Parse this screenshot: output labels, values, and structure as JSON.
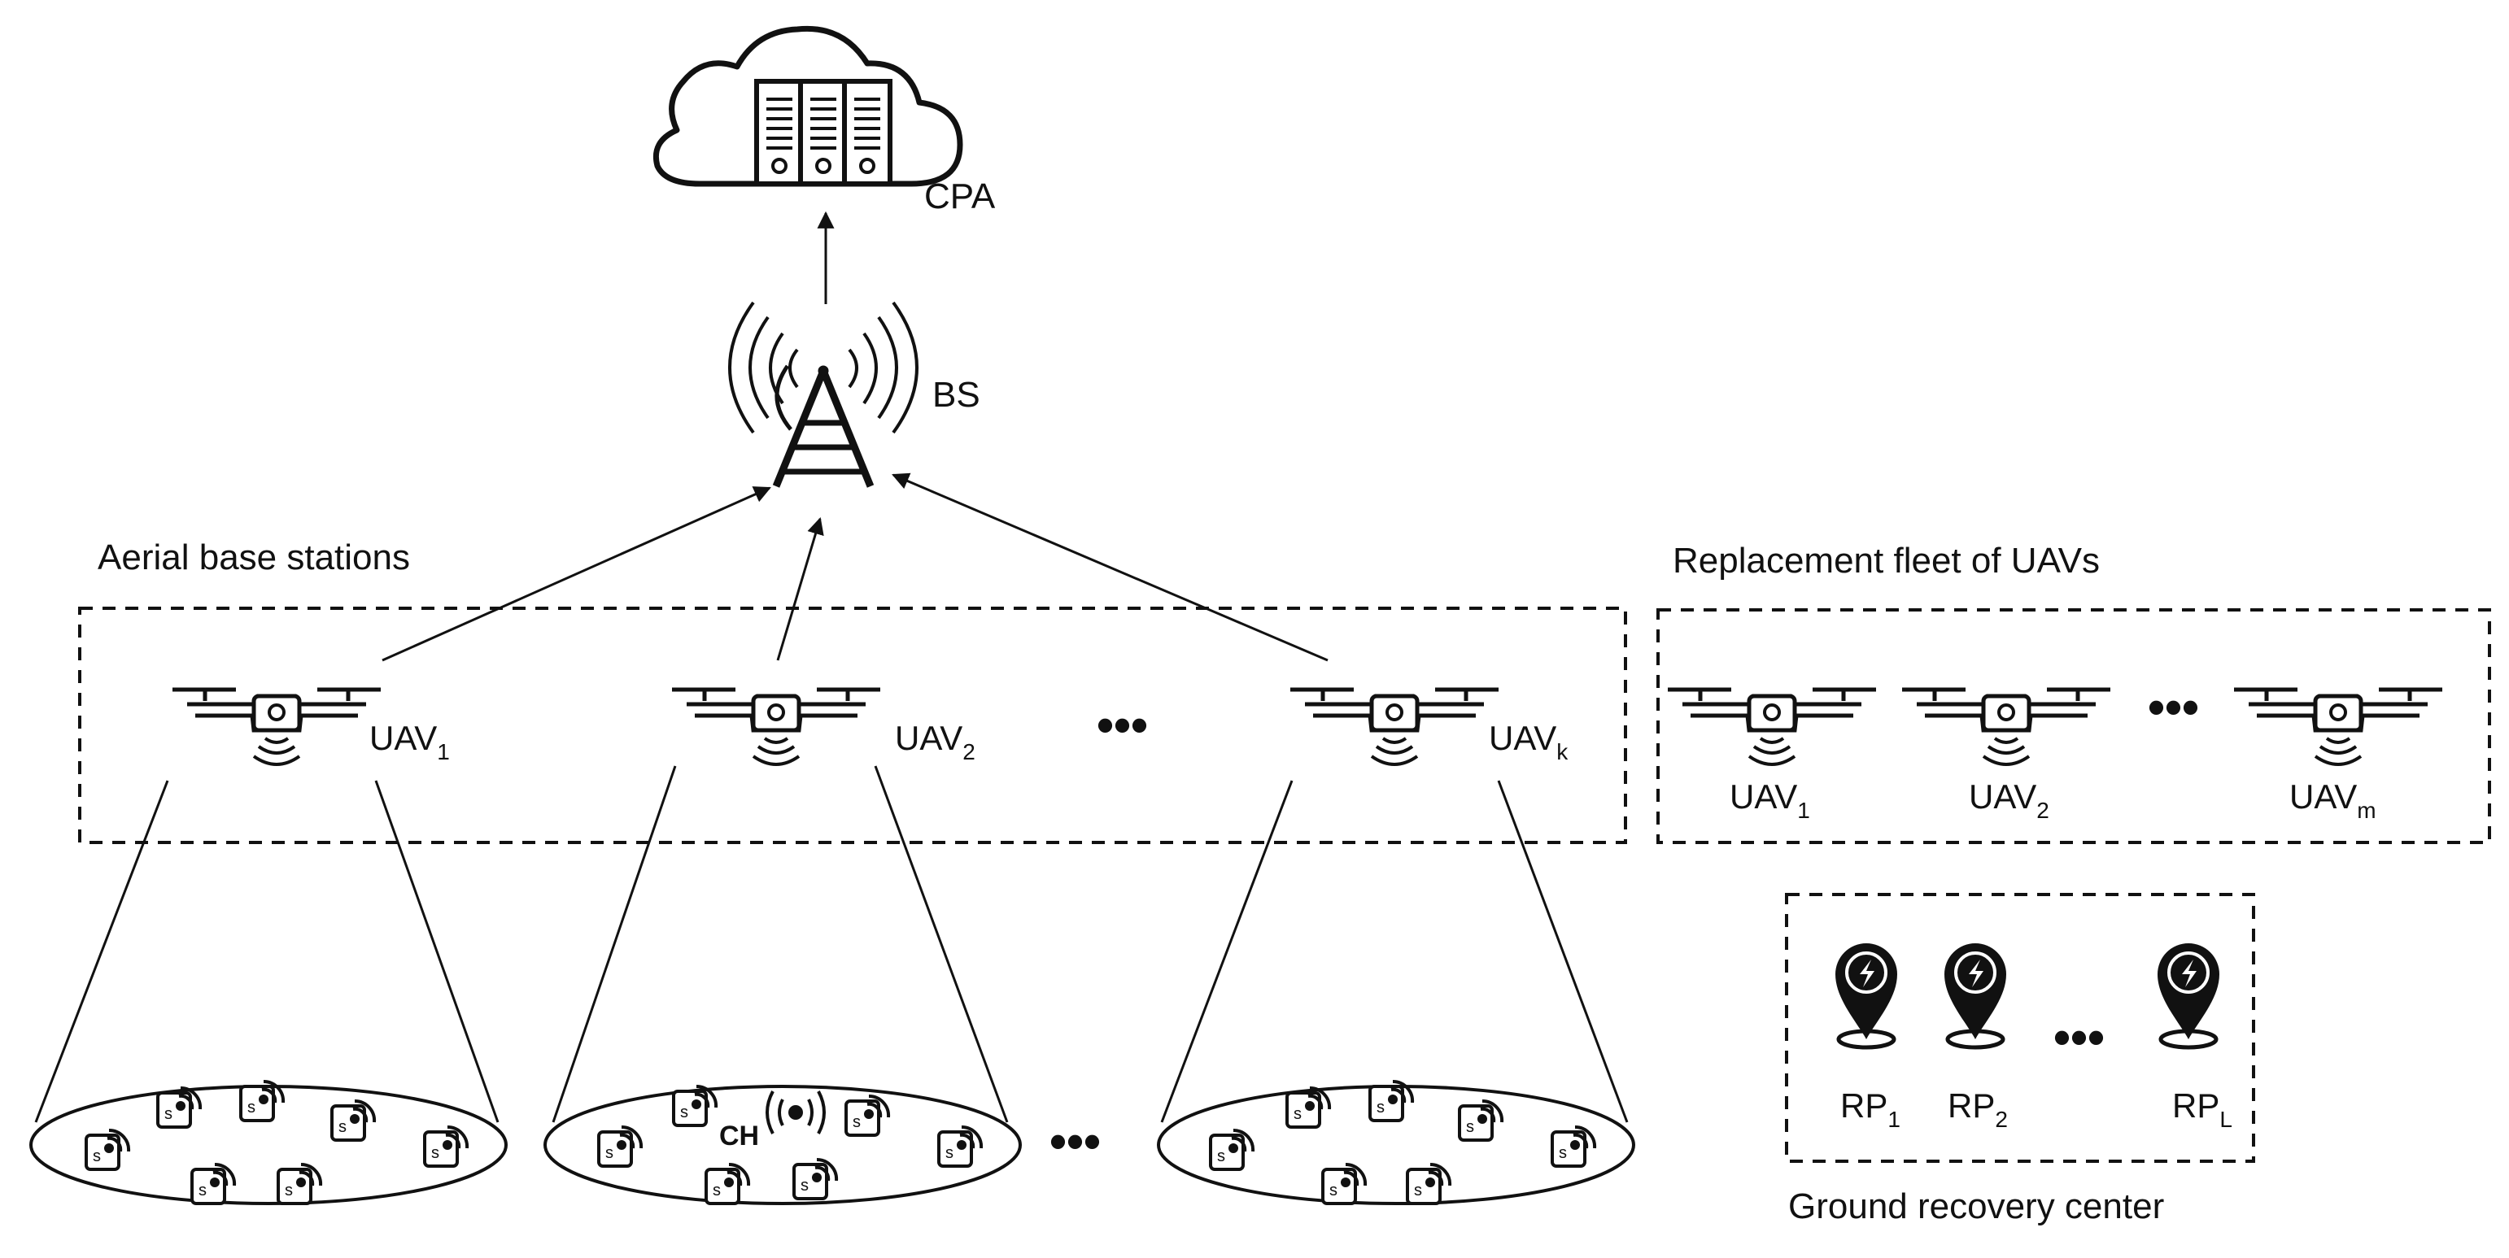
{
  "labels": {
    "cpa": "CPA",
    "bs": "BS",
    "aerial": "Aerial base stations",
    "replacement": "Replacement fleet of UAVs",
    "ground": "Ground recovery center",
    "ch": "CH",
    "sensor": "s"
  },
  "aerial_uavs": [
    {
      "base": "UAV",
      "sub": "1"
    },
    {
      "base": "UAV",
      "sub": "2"
    },
    {
      "base": "UAV",
      "sub": "k"
    }
  ],
  "replacement_uavs": [
    {
      "base": "UAV",
      "sub": "1"
    },
    {
      "base": "UAV",
      "sub": "2"
    },
    {
      "base": "UAV",
      "sub": "m"
    }
  ],
  "recovery_points": [
    {
      "base": "RP",
      "sub": "1"
    },
    {
      "base": "RP",
      "sub": "2"
    },
    {
      "base": "RP",
      "sub": "L"
    }
  ],
  "ellipsis": "•••",
  "icons": [
    "cloud-server-icon",
    "tower-icon",
    "drone-icon",
    "sensor-icon",
    "cluster-head-icon",
    "charging-pin-icon"
  ]
}
